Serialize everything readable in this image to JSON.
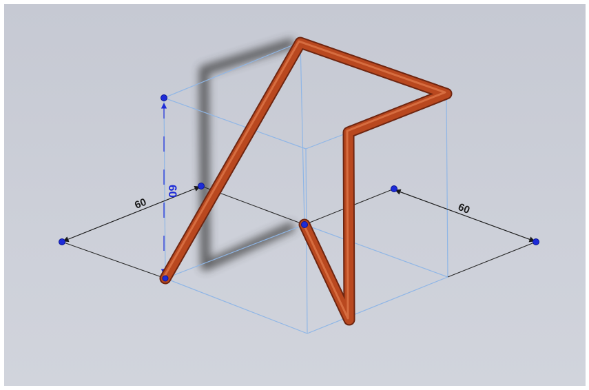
{
  "viewport": {
    "background": "#cacdd6",
    "tube_color": "#b5451f",
    "sketch_line_color": "#8fb6e6",
    "dimension_color": "#1a1a1a",
    "point_color": "#1d2bd8"
  },
  "dimensions": {
    "left_width": "60",
    "height": "60",
    "right_depth": "60"
  }
}
